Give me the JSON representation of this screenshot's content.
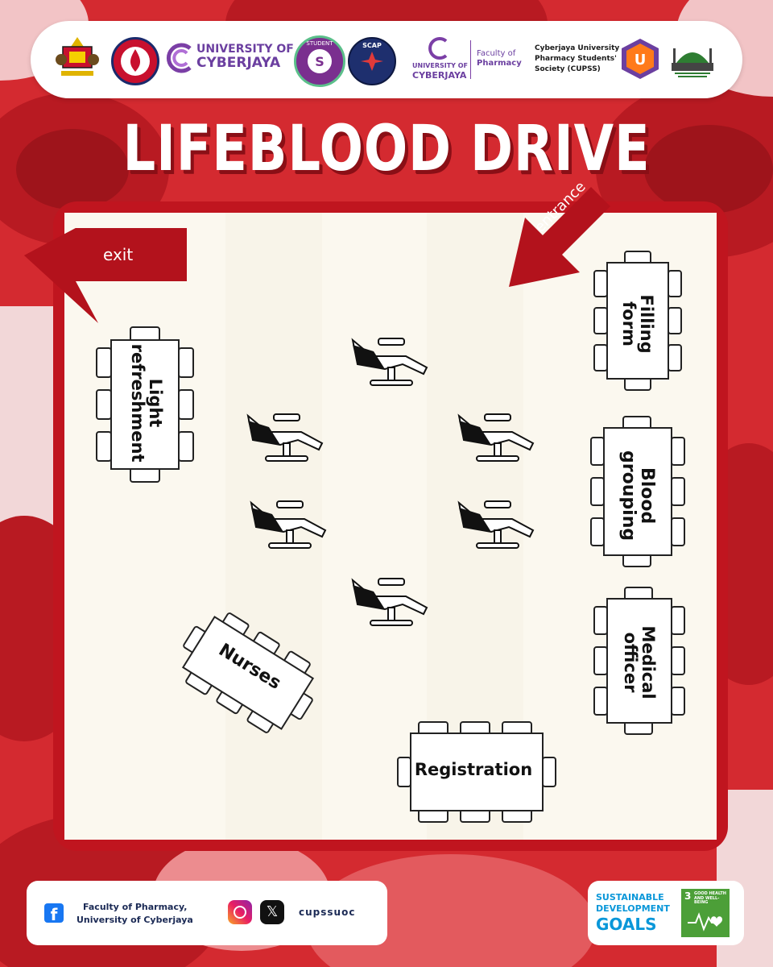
{
  "title": "LIFEBLOOD DRIVE",
  "header": {
    "uoc_line1": "UNIVERSITY OF",
    "uoc_line2": "CYBERJAYA",
    "student_council_text": "STUDENT",
    "scap_text": "SCAP",
    "uoc_small_line1": "UNIVERSITY OF",
    "uoc_small_line2": "CYBERJAYA",
    "faculty_line1": "Faculty of",
    "faculty_line2": "Pharmacy",
    "society_line1": "Cyberjaya University",
    "society_line2": "Pharmacy Students'",
    "society_line3": "Society (CUPSS)"
  },
  "plan": {
    "exit_label": "exit",
    "entrance_label": "entrance",
    "stations": {
      "light_refreshment": "Light refreshment",
      "filling_form": "Filling form",
      "blood_grouping": "Blood grouping",
      "medical_officer": "Medical officer",
      "nurses": "Nurses",
      "registration": "Registration"
    }
  },
  "footer": {
    "facebook_line1": "Faculty of Pharmacy,",
    "facebook_line2": "University of Cyberjaya",
    "social_handle": "cupssuoc",
    "sdg_line1": "SUSTAINABLE",
    "sdg_line2": "DEVELOPMENT",
    "sdg_line3": "GOALS",
    "sdg3_number": "3",
    "sdg3_label": "GOOD HEALTH AND WELL-BEING"
  },
  "colors": {
    "primary_red": "#c9202a",
    "dark_red": "#8a0f16",
    "floor": "#fbf8ef",
    "sdg_green": "#4c9f38"
  }
}
